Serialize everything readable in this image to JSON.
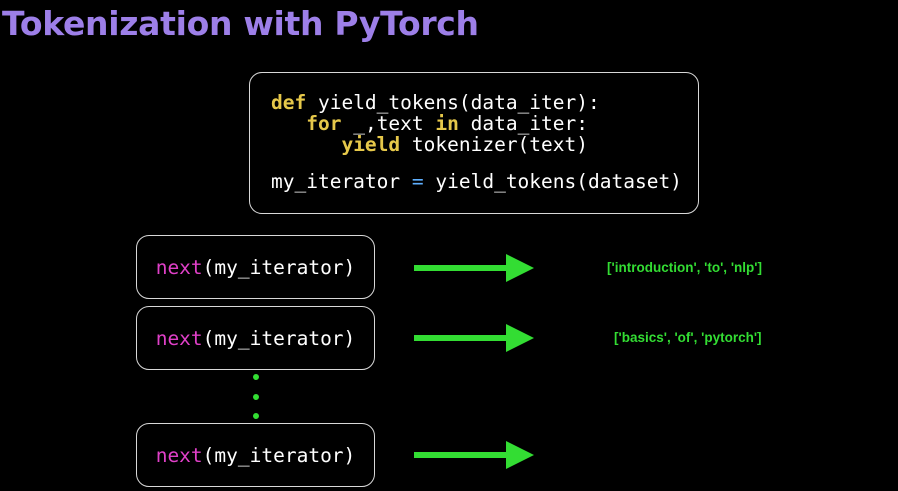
{
  "title": "Tokenization with PyTorch",
  "code": {
    "line1": {
      "kw": "def",
      "rest": " yield_tokens(data_iter):"
    },
    "line2": {
      "indent": "   ",
      "kw_for": "for",
      "mid": " _,text ",
      "kw_in": "in",
      "rest": " data_iter:"
    },
    "line3": {
      "indent": "      ",
      "kw": "yield",
      "rest": " tokenizer(text)"
    },
    "line4": {
      "lhs": "my_iterator ",
      "op": "=",
      "rhs": " yield_tokens(dataset)"
    }
  },
  "calls": [
    {
      "fn": "next",
      "args": "(my_iterator)",
      "result": "['introduction', 'to', 'nlp']"
    },
    {
      "fn": "next",
      "args": "(my_iterator)",
      "result": "['basics', 'of', 'pytorch']"
    },
    {
      "fn": "next",
      "args": "(my_iterator)",
      "result": ""
    }
  ],
  "colors": {
    "title": "#9d7fe8",
    "keyword": "#e6c84a",
    "function": "#e040c8",
    "operator": "#5fb0ff",
    "arrow": "#33dd33",
    "result": "#33dd33",
    "border": "#d8d8d8"
  }
}
